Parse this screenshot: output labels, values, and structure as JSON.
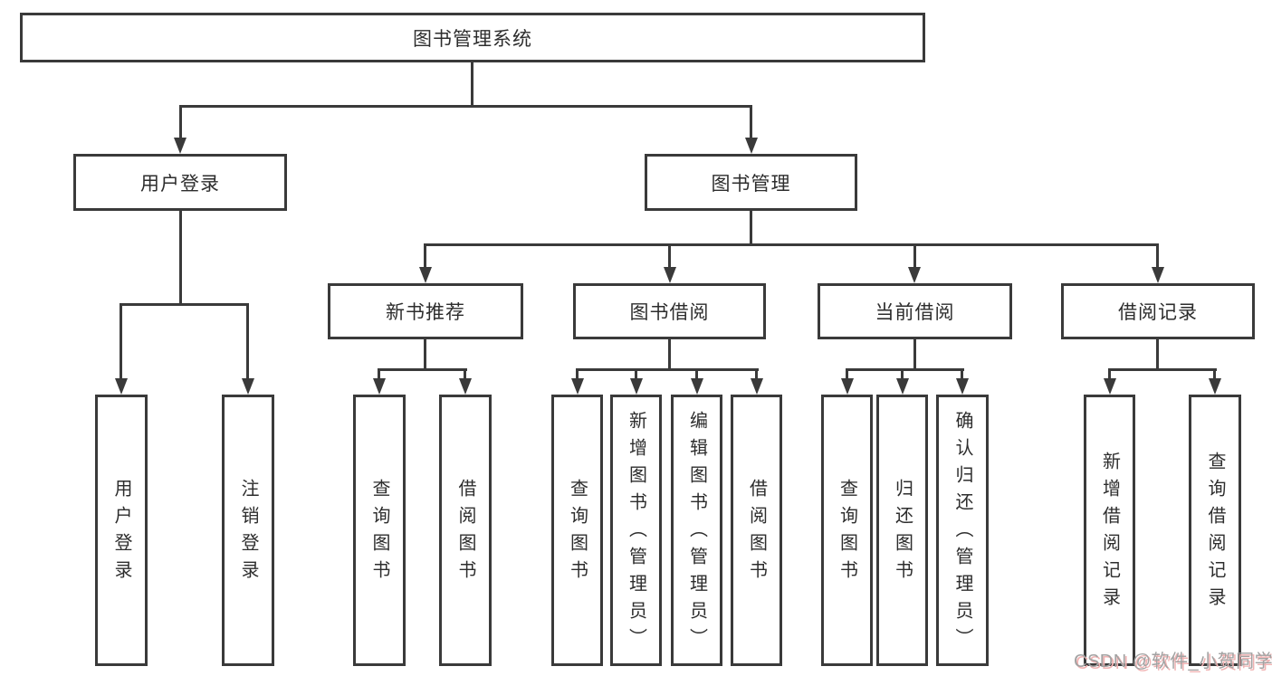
{
  "tree": {
    "root": {
      "label": "图书管理系统",
      "children": [
        {
          "label": "用户登录",
          "children": [
            {
              "label": "用户登录"
            },
            {
              "label": "注销登录"
            }
          ]
        },
        {
          "label": "图书管理",
          "children": [
            {
              "label": "新书推荐",
              "children": [
                {
                  "label": "查询图书"
                },
                {
                  "label": "借阅图书"
                }
              ]
            },
            {
              "label": "图书借阅",
              "children": [
                {
                  "label": "查询图书"
                },
                {
                  "label": "新增图书（管理员）"
                },
                {
                  "label": "编辑图书（管理员）"
                },
                {
                  "label": "借阅图书"
                }
              ]
            },
            {
              "label": "当前借阅",
              "children": [
                {
                  "label": "查询图书"
                },
                {
                  "label": "归还图书"
                },
                {
                  "label": "确认归还（管理员）"
                }
              ]
            },
            {
              "label": "借阅记录",
              "children": [
                {
                  "label": "新增借阅记录"
                },
                {
                  "label": "查询借阅记录"
                }
              ]
            }
          ]
        }
      ]
    }
  },
  "watermark": {
    "text": "CSDN @软件_小贺同学"
  },
  "colors": {
    "line": "#3a3a3a",
    "watermark_gray": "#a2a2a2",
    "watermark_shadow": "#f0b2b2"
  }
}
